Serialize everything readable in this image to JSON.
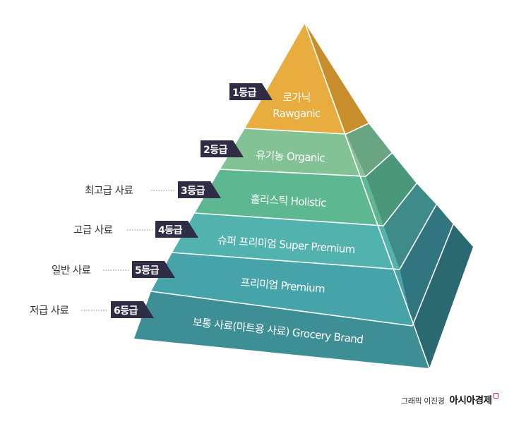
{
  "diagram": {
    "type": "pyramid",
    "tiers": [
      {
        "grade": "1등급",
        "label_ko": "로가닉",
        "label_en": "Rawganic",
        "category": "",
        "front_color": "#e8ac3f",
        "side_color": "#c98e2c"
      },
      {
        "grade": "2등급",
        "label_ko": "유기농",
        "label_en": "Organic",
        "category": "",
        "front_color": "#82c294",
        "side_color": "#6aa583"
      },
      {
        "grade": "3등급",
        "label_ko": "홀리스틱",
        "label_en": "Holistic",
        "category": "최고급 사료",
        "front_color": "#5db891",
        "side_color": "#4b977a"
      },
      {
        "grade": "4등급",
        "label_ko": "슈퍼 프리미엄",
        "label_en": "Super Premium",
        "category": "고급 사료",
        "front_color": "#52b2ad",
        "side_color": "#3f8b89"
      },
      {
        "grade": "5등급",
        "label_ko": "프리미엄",
        "label_en": "Premium",
        "category": "일반 사료",
        "front_color": "#47a3aa",
        "side_color": "#317580"
      },
      {
        "grade": "6등급",
        "label_ko": "보통 사료(마트용 사료)",
        "label_en": "Grocery Brand",
        "category": "저급 사료",
        "front_color": "#3e8f95",
        "side_color": "#2a6970"
      }
    ],
    "badge_color": "#2e2d45",
    "tier_texts": [
      "로가닉",
      "Rawganic",
      "유기농 Organic",
      "홀리스틱 Holistic",
      "슈퍼 프리미엄 Super Premium",
      "프리미엄  Premium",
      "보통 사료(마트용 사료)  Grocery Brand"
    ]
  },
  "credit": {
    "author": "그래픽 이진경",
    "brand": "아시아경제"
  }
}
